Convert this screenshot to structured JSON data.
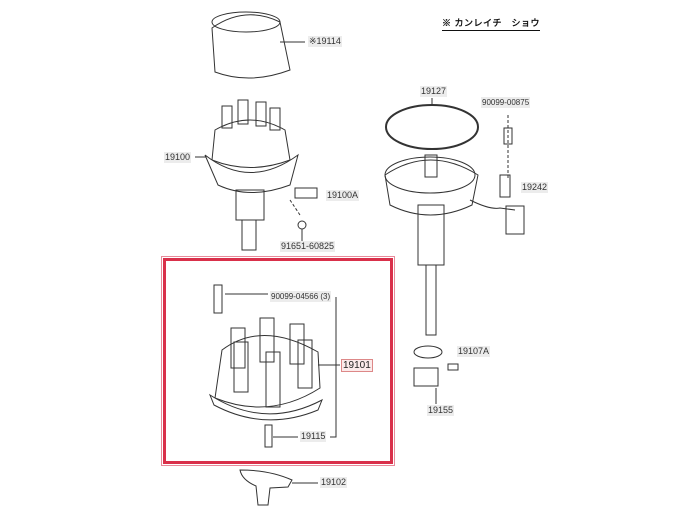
{
  "header": {
    "title": "※ カンレイチ　ショウ"
  },
  "labels": {
    "p19114": "※19114",
    "p19100": "19100",
    "p19100A": "19100A",
    "p91651": "91651-60825",
    "p90099_04566": "90099-04566 (3)",
    "p19101": "19101",
    "p19115": "19115",
    "p19102": "19102",
    "p19127": "19127",
    "p90099_00875": "90099-00875",
    "p19242": "19242",
    "p19107A": "19107A",
    "p19155": "19155"
  },
  "colors": {
    "highlight": "#d9304a"
  }
}
